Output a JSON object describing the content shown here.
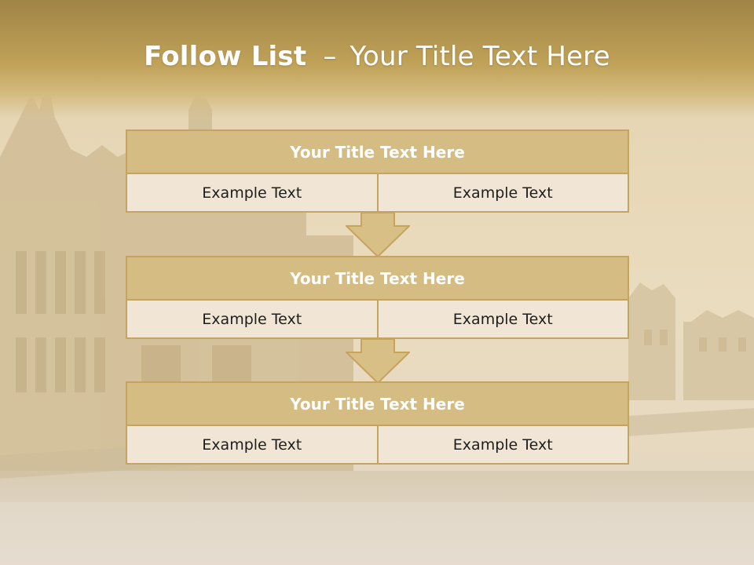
{
  "title": {
    "bold": "Follow List",
    "dash": "–",
    "rest": "Your Title Text Here"
  },
  "steps": [
    {
      "heading": "Your Title Text Here",
      "cells": [
        "Example Text",
        "Example Text"
      ]
    },
    {
      "heading": "Your Title Text Here",
      "cells": [
        "Example Text",
        "Example Text"
      ]
    },
    {
      "heading": "Your Title Text Here",
      "cells": [
        "Example Text",
        "Example Text"
      ]
    }
  ],
  "colors": {
    "header_gold": "#b89a52",
    "block_title_fill": "#d5bc82",
    "block_border": "#c4a45e",
    "cell_fill": "#f1e6d6",
    "arrow_fill": "#d7bf86"
  }
}
